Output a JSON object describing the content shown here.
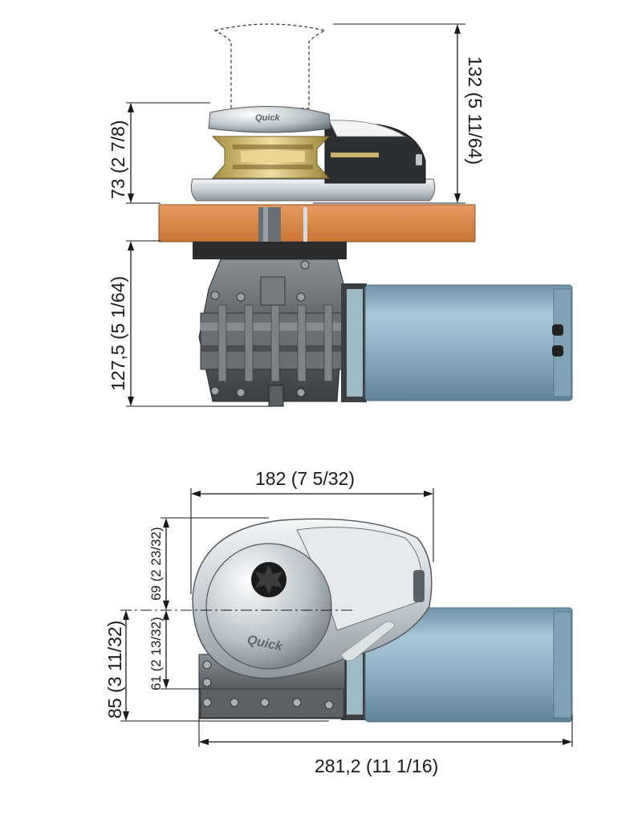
{
  "brand": "Quick",
  "dimensions": {
    "side_total_height": "132 (5 11/64)",
    "side_above_deck": "73 (2 7/8)",
    "side_below_deck": "127,5 (5 1/64)",
    "top_width": "182 (7 5/32)",
    "top_upper": "69 (2 23/32)",
    "top_lower": "61 (2 13/32)",
    "top_total_height": "85 (3 11/32)",
    "top_total_length": "281,2 (11 1/16)"
  },
  "colors": {
    "deck_wood": "#d98a4e",
    "motor": "#8fb3c4",
    "gypsy_brass": "#d8c27a",
    "housing": "#cfd6db",
    "dark_gear": "#555a5e"
  }
}
